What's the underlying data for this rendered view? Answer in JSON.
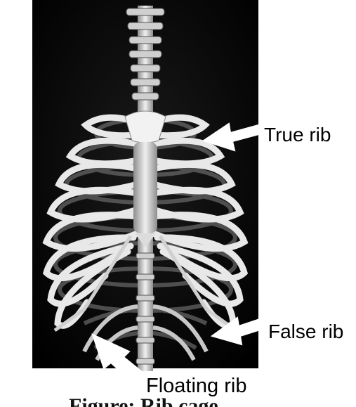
{
  "labels": {
    "true_rib": "True rib",
    "false_rib": "False rib",
    "floating_rib": "Floating rib"
  },
  "caption": "Figure: Rib cage",
  "colors": {
    "background_panel": "#000000",
    "bone": "#e6e6e6",
    "bone_shadow": "#9a9a9a",
    "arrow": "#ffffff",
    "text": "#000000"
  }
}
